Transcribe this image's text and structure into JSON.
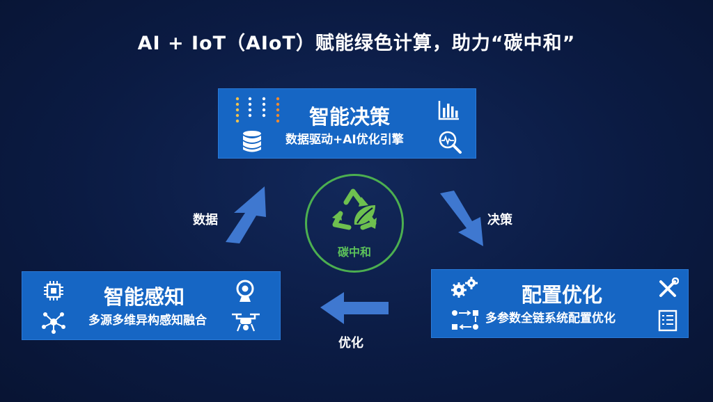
{
  "title": "AI + IoT（AIoT）赋能绿色计算，助力“碳中和”",
  "nodes": {
    "decision": {
      "title": "智能决策",
      "subtitle": "数据驱动+AI优化引擎"
    },
    "perception": {
      "title": "智能感知",
      "subtitle": "多源多维异构感知融合"
    },
    "config": {
      "title": "配置优化",
      "subtitle": "多参数全链系统配置优化"
    }
  },
  "edges": {
    "data": "数据",
    "decide": "决策",
    "optimize": "优化"
  },
  "center": {
    "label": "碳中和"
  },
  "colors": {
    "box": "#1666c4",
    "arrow": "#3f78d0",
    "green": "#4caf50",
    "background": "#0b1b43"
  },
  "icons": [
    "dot-matrix-icon",
    "database-icon",
    "bar-chart-icon",
    "magnifier-wave-icon",
    "chip-icon",
    "network-icon",
    "webcam-icon",
    "drone-icon",
    "gears-icon",
    "flow-icon",
    "tools-icon",
    "checklist-icon",
    "recycle-leaf-icon"
  ]
}
